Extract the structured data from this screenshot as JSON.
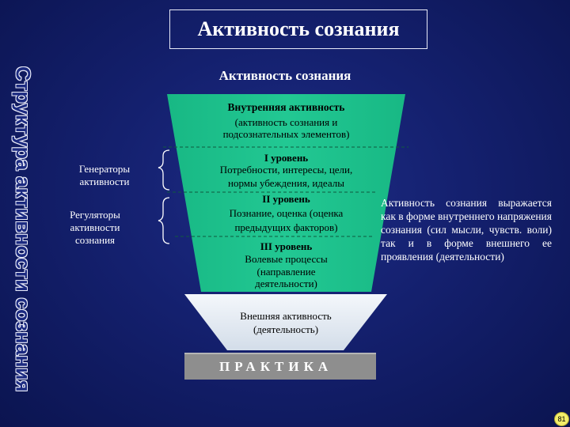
{
  "slide": {
    "title": "Активность сознания",
    "subtitle": "Активность сознания",
    "vertical_title": "Структура активности сознания",
    "page_number": "81"
  },
  "funnel": {
    "internal_activity": "Внутренняя активность",
    "internal_note_line1": "(активность сознания и",
    "internal_note_line2": "подсознательных элементов)",
    "level1_title": "I уровень",
    "level1_line1": "Потребности, интересы, цели,",
    "level1_line2": "нормы убеждения, идеалы",
    "level2_title": "II уровень",
    "level2_line1": "Познание, оценка (оценка",
    "level2_line2": "предыдущих факторов)",
    "level3_title": "III уровень",
    "level3_line1": "Волевые процессы",
    "level3_line2": "(направление",
    "level3_line3": "деятельности)",
    "external_line1": "Внешняя активность",
    "external_line2": "(деятельность)",
    "practice": "ПРАКТИКА"
  },
  "left_labels": {
    "generators_line1": "Генераторы",
    "generators_line2": "активности",
    "regulators_line1": "Регуляторы",
    "regulators_line2": "активности",
    "regulators_line3": "сознания"
  },
  "right_note": "Активность сознания выражается как в форме внутреннего напряжения сознания (сил мысли, чувств. воли) так и в форме внешнего ее проявления (деятельности)",
  "colors": {
    "background": "#14206e",
    "funnel_green": "#20c48f",
    "external_light": "#e4ebf3",
    "practice_gray": "#8e8e8e"
  }
}
